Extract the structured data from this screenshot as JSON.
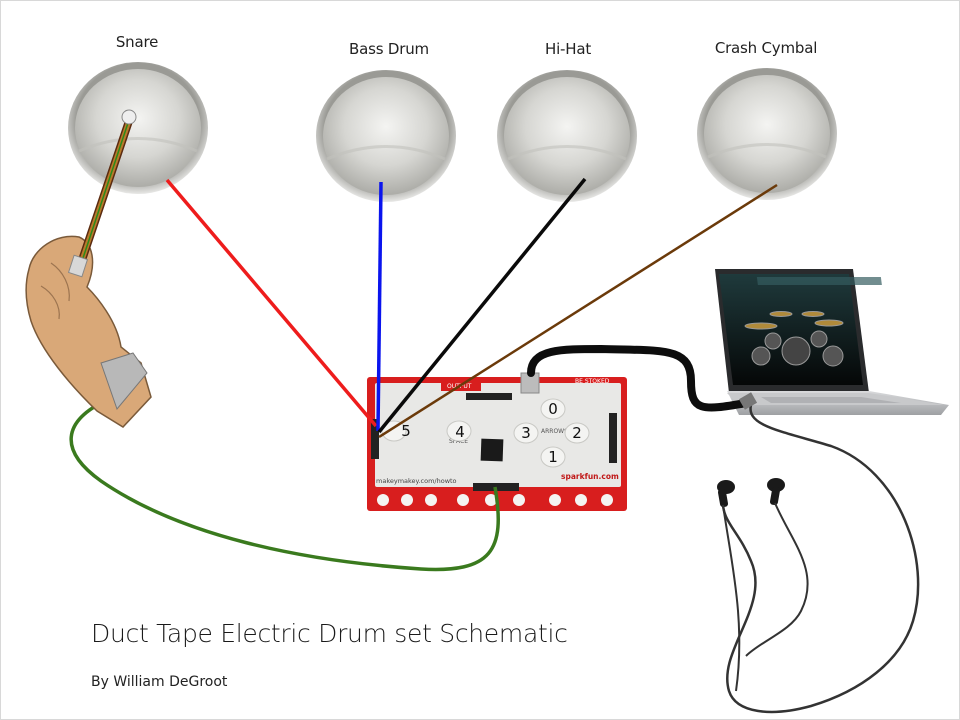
{
  "drum_pads": [
    {
      "label": "Snare"
    },
    {
      "label": "Bass Drum"
    },
    {
      "label": "Hi-Hat"
    },
    {
      "label": "Crash Cymbal"
    }
  ],
  "board": {
    "top_right_text": "BE STOKED",
    "bottom_left_text": "makeymakey.com/howto",
    "brand_text": "sparkfun.com",
    "top_label": "OUTPUT",
    "left_label": "SPACE",
    "right_label": "ARROWS",
    "pad_numbers": [
      "5",
      "4",
      "3",
      "0",
      "2",
      "1"
    ]
  },
  "wire_colors": {
    "snare": "#ee1c1c",
    "bass_drum": "#0a14ee",
    "hi_hat": "#0a0a0a",
    "crash_cymbal": "#6b3a0a",
    "ground": "#3a7a1e",
    "usb": "#0d0d0d",
    "earphones": "#333333"
  },
  "title": "Duct Tape Electric Drum set Schematic",
  "byline": "By William DeGroot"
}
